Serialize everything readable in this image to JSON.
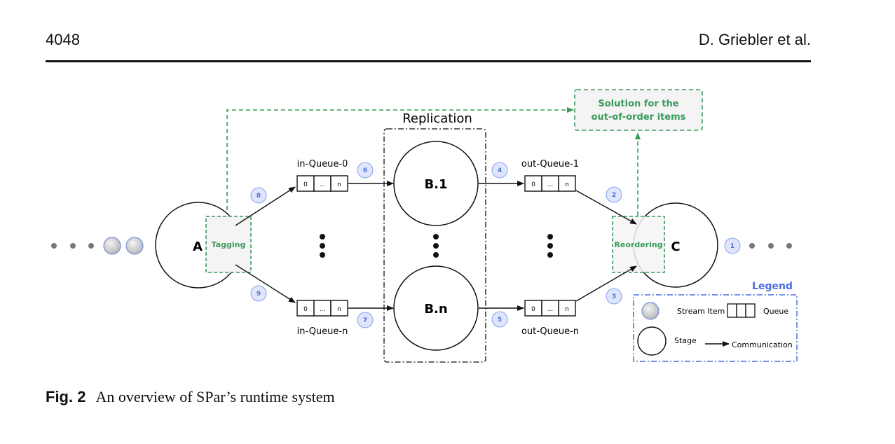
{
  "header": {
    "page_number": "4048",
    "authors": "D. Griebler et al."
  },
  "figure": {
    "replication_label": "Replication",
    "solution_line1": "Solution for the",
    "solution_line2": "out-of-order items",
    "stage_a": "A",
    "stage_b1": "B.1",
    "stage_bn": "B.n",
    "stage_c": "C",
    "tagging": "Tagging",
    "reordering": "Reordering",
    "in_queue_0": "in-Queue-0",
    "in_queue_n": "in-Queue-n",
    "out_queue_1": "out-Queue-1",
    "out_queue_n": "out-Queue-n",
    "queue_cells": [
      "0",
      "...",
      "n"
    ],
    "steps": [
      "1",
      "2",
      "3",
      "4",
      "5",
      "6",
      "7",
      "8",
      "9"
    ],
    "legend": {
      "title": "Legend",
      "stream_item": "Stream Item",
      "queue": "Queue",
      "stage": "Stage",
      "communication": "Communication"
    },
    "colors": {
      "green": "#3a9a5c",
      "blue": "#4a6ee0",
      "badge_fill": "#dfe6fb"
    }
  },
  "caption": {
    "label": "Fig. 2",
    "text": "An overview of SPar’s runtime system"
  }
}
